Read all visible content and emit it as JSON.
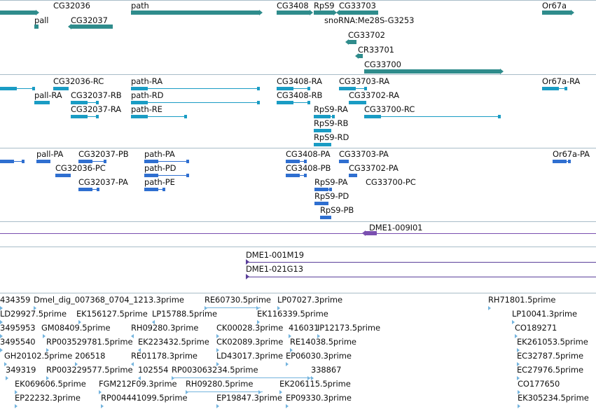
{
  "colors": {
    "gene": "#2f8c8c",
    "transcript": "#1a9cc4",
    "protein": "#2f6fd0",
    "clone": "#7a4fb0",
    "bac": "#5a3f9a",
    "est": "#74b4de",
    "separator": "#a8bcc8"
  },
  "tracks": {
    "genes": [
      {
        "label": "CG32036"
      },
      {
        "label": "pall"
      },
      {
        "label": "CG32037"
      },
      {
        "label": "path"
      },
      {
        "label": "CG3408"
      },
      {
        "label": "RpS9"
      },
      {
        "label": "CG33703"
      },
      {
        "label": "snoRNA:Me28S-G3253"
      },
      {
        "label": "CG33702"
      },
      {
        "label": "CR33701"
      },
      {
        "label": "CG33700"
      },
      {
        "label": "Or67a"
      }
    ],
    "transcripts": [
      {
        "label": "CG32036-RC"
      },
      {
        "label": "pall-RA"
      },
      {
        "label": "CG32037-RB"
      },
      {
        "label": "CG32037-RA"
      },
      {
        "label": "path-RA"
      },
      {
        "label": "path-RD"
      },
      {
        "label": "path-RE"
      },
      {
        "label": "CG3408-RA"
      },
      {
        "label": "CG3408-RB"
      },
      {
        "label": "RpS9-RA"
      },
      {
        "label": "RpS9-RB"
      },
      {
        "label": "RpS9-RD"
      },
      {
        "label": "CG33703-RA"
      },
      {
        "label": "CG33702-RA"
      },
      {
        "label": "CG33700-RC"
      },
      {
        "label": "Or67a-RA"
      }
    ],
    "proteins": [
      {
        "label": "pall-PA"
      },
      {
        "label": "CG32037-PB"
      },
      {
        "label": "CG32036-PC"
      },
      {
        "label": "CG32037-PA"
      },
      {
        "label": "path-PA"
      },
      {
        "label": "path-PD"
      },
      {
        "label": "path-PE"
      },
      {
        "label": "CG3408-PA"
      },
      {
        "label": "CG3408-PB"
      },
      {
        "label": "RpS9-PA"
      },
      {
        "label": "RpS9-PD"
      },
      {
        "label": "RpS9-PB"
      },
      {
        "label": "CG33703-PA"
      },
      {
        "label": "CG33702-PA"
      },
      {
        "label": "CG33700-PC"
      },
      {
        "label": "Or67a-PA"
      }
    ],
    "clone": {
      "label": "DME1-009I01"
    },
    "bac": [
      {
        "label": "DME1-001M19"
      },
      {
        "label": "DME1-021G13"
      }
    ],
    "ests": [
      {
        "label": "434359"
      },
      {
        "label": "Dmel_dig_007368_0704_1213.3prime"
      },
      {
        "label": "RE60730.5prime"
      },
      {
        "label": "LP07027.3prime"
      },
      {
        "label": "RH71801.5prime"
      },
      {
        "label": "LD29927.5prime"
      },
      {
        "label": "EK156127.5prime"
      },
      {
        "label": "LP15788.5prime"
      },
      {
        "label": "EK116339.5prime"
      },
      {
        "label": "LP10041.3prime"
      },
      {
        "label": "3495953"
      },
      {
        "label": "GM08409.5prime"
      },
      {
        "label": "RH09280.3prime"
      },
      {
        "label": "CK00028.3prime"
      },
      {
        "label": "416031"
      },
      {
        "label": "IP12173.5prime"
      },
      {
        "label": "CO189271"
      },
      {
        "label": "3495540"
      },
      {
        "label": "RP003529781.5prime"
      },
      {
        "label": "EK223432.5prime"
      },
      {
        "label": "CK02089.3prime"
      },
      {
        "label": "RE14038.5prime"
      },
      {
        "label": "EK261053.5prime"
      },
      {
        "label": "GH20102.5prime"
      },
      {
        "label": "206518"
      },
      {
        "label": "RE01178.3prime"
      },
      {
        "label": "LD43017.3prime"
      },
      {
        "label": "EP06030.3prime"
      },
      {
        "label": "EC32787.5prime"
      },
      {
        "label": "349319"
      },
      {
        "label": "RP003229577.5prime"
      },
      {
        "label": "102554"
      },
      {
        "label": "RP003063234.5prime"
      },
      {
        "label": "338867"
      },
      {
        "label": "EC27976.5prime"
      },
      {
        "label": "EK069606.5prime"
      },
      {
        "label": "FGM212F09.3prime"
      },
      {
        "label": "RH09280.5prime"
      },
      {
        "label": "EK206115.5prime"
      },
      {
        "label": "CO177650"
      },
      {
        "label": "EP22232.3prime"
      },
      {
        "label": "RP004441099.5prime"
      },
      {
        "label": "EP19847.3prime"
      },
      {
        "label": "EP09330.3prime"
      },
      {
        "label": "EK305234.5prime"
      }
    ]
  }
}
